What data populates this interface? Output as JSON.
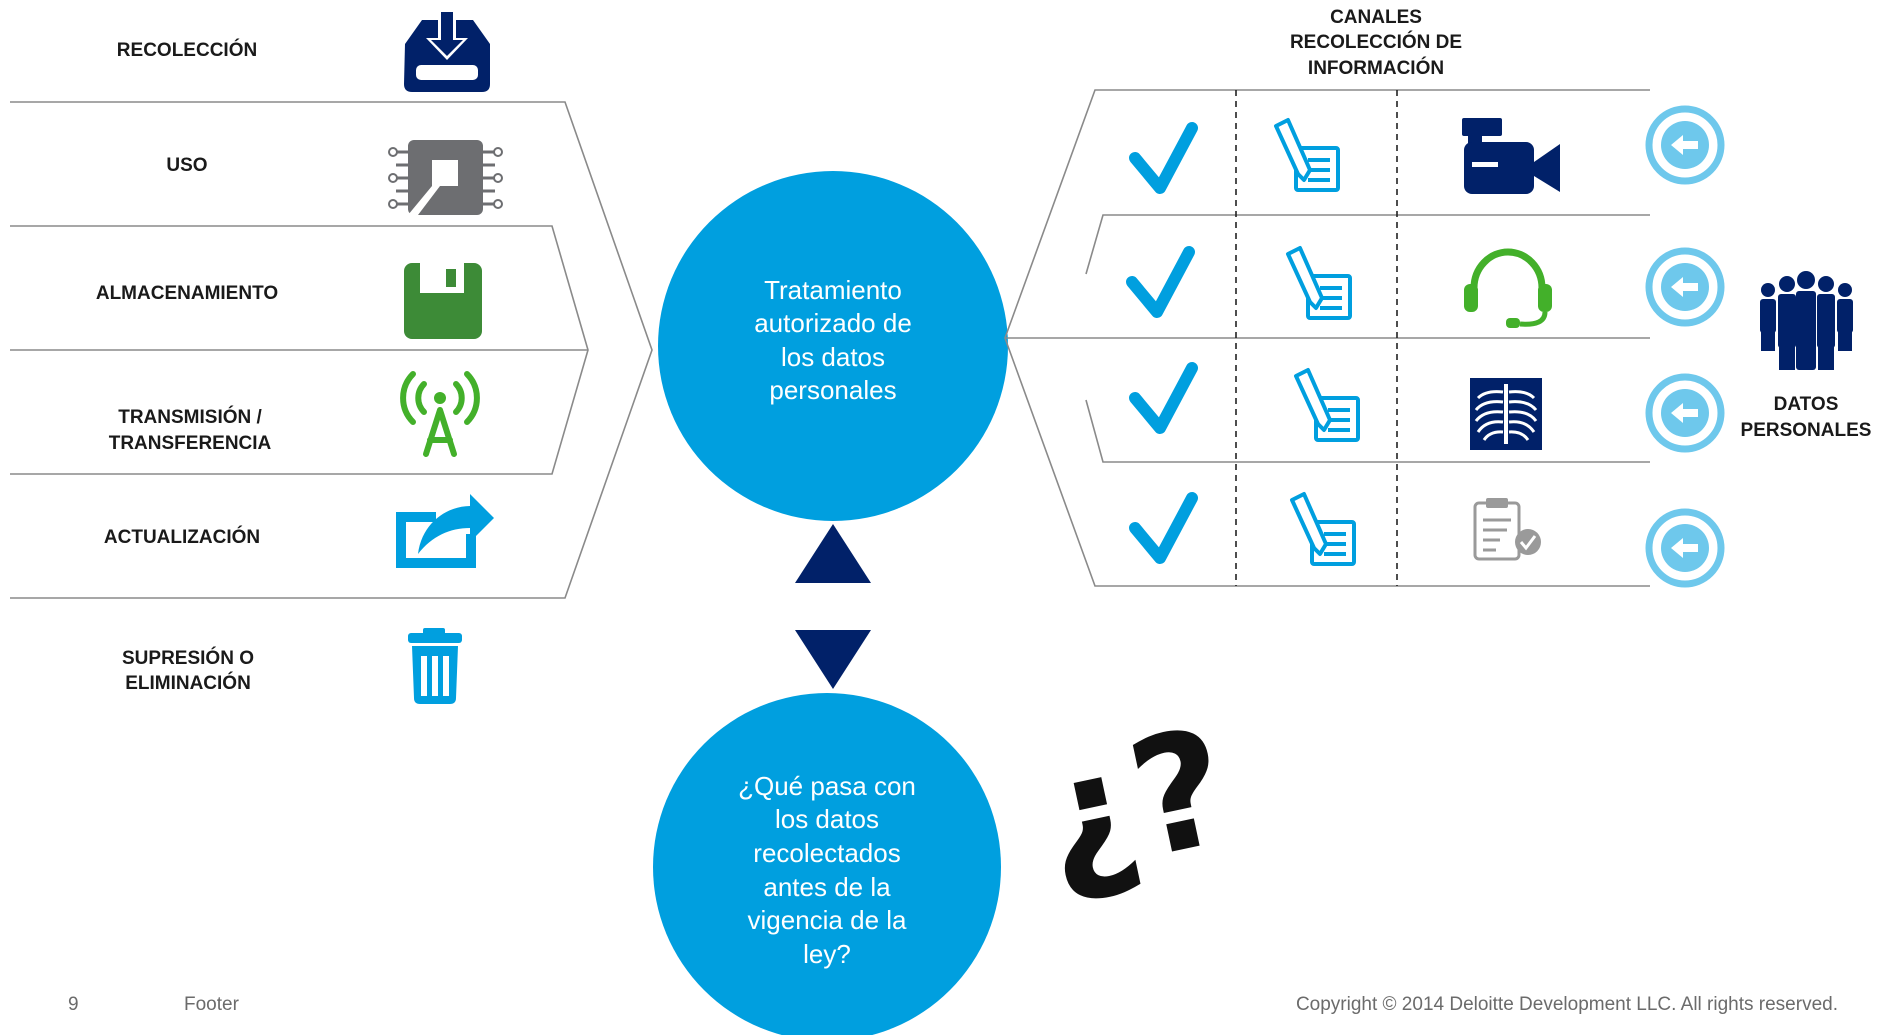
{
  "left_panel": {
    "items": [
      {
        "label_lines": [
          "RECOLECCIÓN"
        ],
        "icon": "inbox-download-icon"
      },
      {
        "label_lines": [
          "USO"
        ],
        "icon": "chip-icon"
      },
      {
        "label_lines": [
          "ALMACENAMIENTO"
        ],
        "icon": "floppy-disk-icon"
      },
      {
        "label_lines": [
          "TRANSMISIÓN /",
          "TRANSFERENCIA"
        ],
        "icon": "antenna-icon"
      },
      {
        "label_lines": [
          "ACTUALIZACIÓN"
        ],
        "icon": "share-arrow-icon"
      },
      {
        "label_lines": [
          "SUPRESIÓN O",
          "ELIMINACIÓN"
        ],
        "icon": "trash-icon"
      }
    ]
  },
  "center": {
    "main_circle_lines": [
      "Tratamiento",
      "autorizado de",
      "los datos",
      "personales"
    ],
    "question_circle_lines": [
      "¿Qué pasa con",
      "los datos",
      "recolectados",
      "antes de la",
      "vigencia de la",
      "ley?"
    ],
    "question_mark": "¿?"
  },
  "right_panel": {
    "header_lines": [
      "CANALES",
      "RECOLECCIÓN DE",
      "INFORMACIÓN"
    ],
    "channels": [
      "video-camera-icon",
      "headset-icon",
      "xray-icon",
      "clipboard-check-icon"
    ],
    "side_label_lines": [
      "DATOS",
      "PERSONALES"
    ],
    "side_icon": "people-group-icon"
  },
  "footer": {
    "page_number": "9",
    "footer_text": "Footer",
    "copyright": "Copyright © 2014 Deloitte Development LLC. All rights reserved."
  },
  "colors": {
    "primary_blue": "#009fdf",
    "navy": "#012169",
    "green": "#43b02a",
    "dark_green": "#3d8b37",
    "light_blue": "#6ec8ec",
    "gray_icon": "#9a9a9a"
  }
}
